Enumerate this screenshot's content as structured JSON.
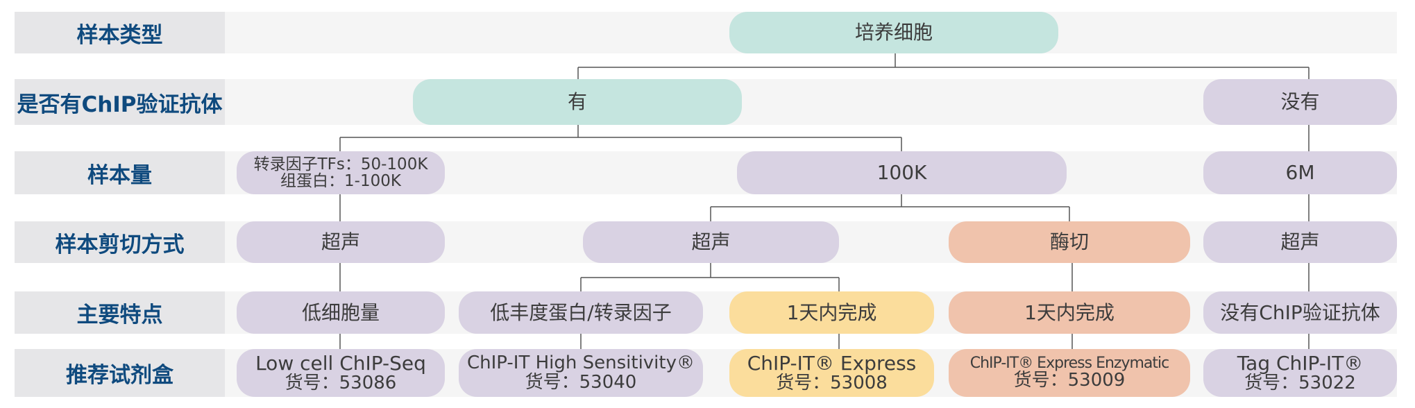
{
  "rows": [
    {
      "label": "样本类型"
    },
    {
      "label": "是否有ChIP验证抗体"
    },
    {
      "label": "样本量"
    },
    {
      "label": "样本剪切方式"
    },
    {
      "label": "主要特点"
    },
    {
      "label": "推荐试剂盒"
    }
  ],
  "nodes": {
    "sample_type": {
      "text": "培养细胞",
      "color": "#c5e5df"
    },
    "antibody_yes": {
      "text": "有",
      "color": "#c5e5df"
    },
    "antibody_no": {
      "text": "没有",
      "color": "#d9d2e3"
    },
    "amount_low": {
      "line1": "转录因子TFs：50-100K",
      "line2": "组蛋白：1-100K"
    },
    "amount_100k": {
      "text": "100K"
    },
    "amount_6m": {
      "text": "6M"
    },
    "shear_1": {
      "text": "超声"
    },
    "shear_2": {
      "text": "超声"
    },
    "shear_3": {
      "text": "酶切",
      "color": "#f0c3ac"
    },
    "shear_4": {
      "text": "超声"
    },
    "feature_1": {
      "text": "低细胞量"
    },
    "feature_2": {
      "text": "低丰度蛋白/转录因子"
    },
    "feature_3": {
      "text": "1天内完成",
      "color": "#fbdd9c"
    },
    "feature_4": {
      "text": "1天内完成",
      "color": "#f0c3ac"
    },
    "feature_5": {
      "text": "没有ChIP验证抗体"
    },
    "kit_1": {
      "name": "Low cell ChIP-Seq",
      "catalog": "货号：53086"
    },
    "kit_2": {
      "name": "ChIP-IT High Sensitivity®",
      "catalog": "货号：53040"
    },
    "kit_3": {
      "name": "ChIP-IT® Express",
      "catalog": "货号：53008"
    },
    "kit_4": {
      "name": "ChIP-IT® Express Enzymatic",
      "catalog": "货号：53009"
    },
    "kit_5": {
      "name": "Tag ChIP-IT®",
      "catalog": "货号：53022"
    }
  },
  "colors": {
    "label_text": "#0f4a7e",
    "label_bg": "#e6e6e8",
    "band_bg": "#f5f5f5",
    "teal": "#c5e5df",
    "purple": "#d9d2e3",
    "yellow": "#fbdd9c",
    "salmon": "#f0c3ac",
    "connector": "#555555"
  }
}
